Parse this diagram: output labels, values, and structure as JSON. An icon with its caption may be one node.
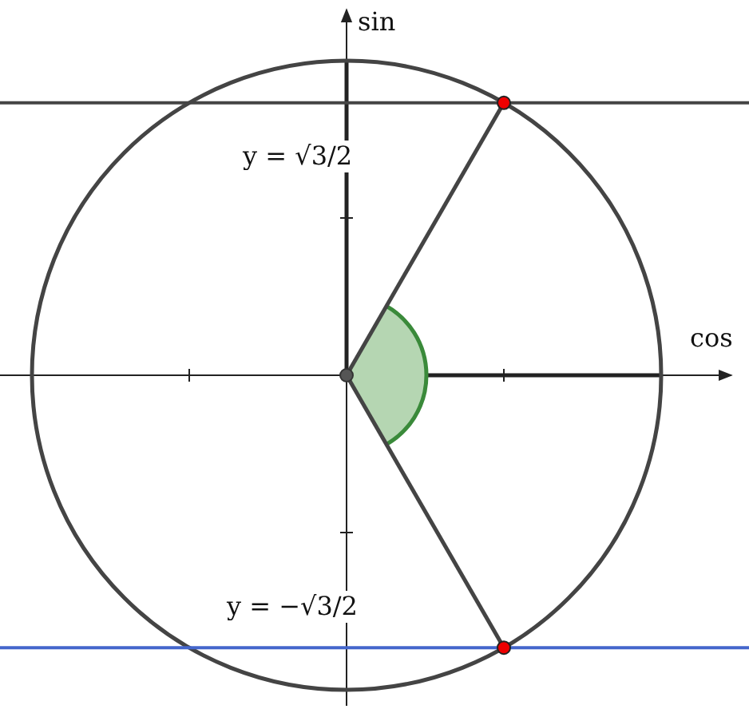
{
  "diagram": {
    "labels": [
      "sin",
      "cos",
      "y = √3/2",
      "y = −√3/2"
    ]
  }
}
